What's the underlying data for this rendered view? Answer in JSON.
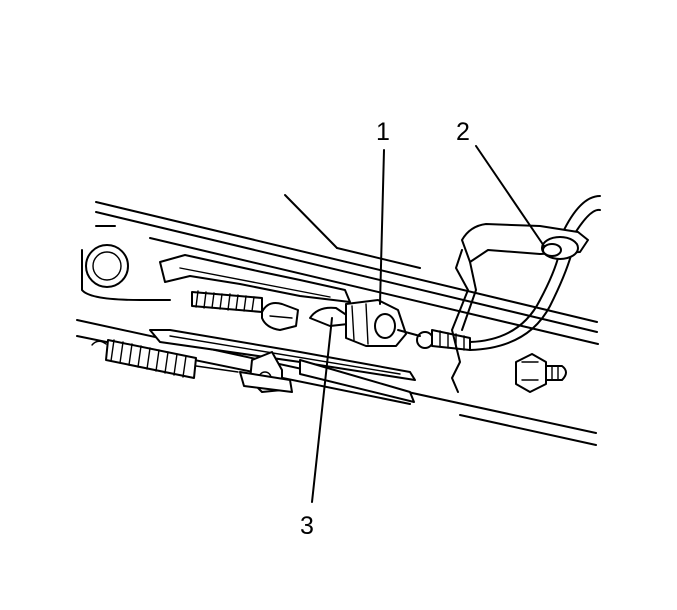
{
  "callouts": [
    {
      "label": "1"
    },
    {
      "label": "2"
    },
    {
      "label": "3"
    }
  ]
}
